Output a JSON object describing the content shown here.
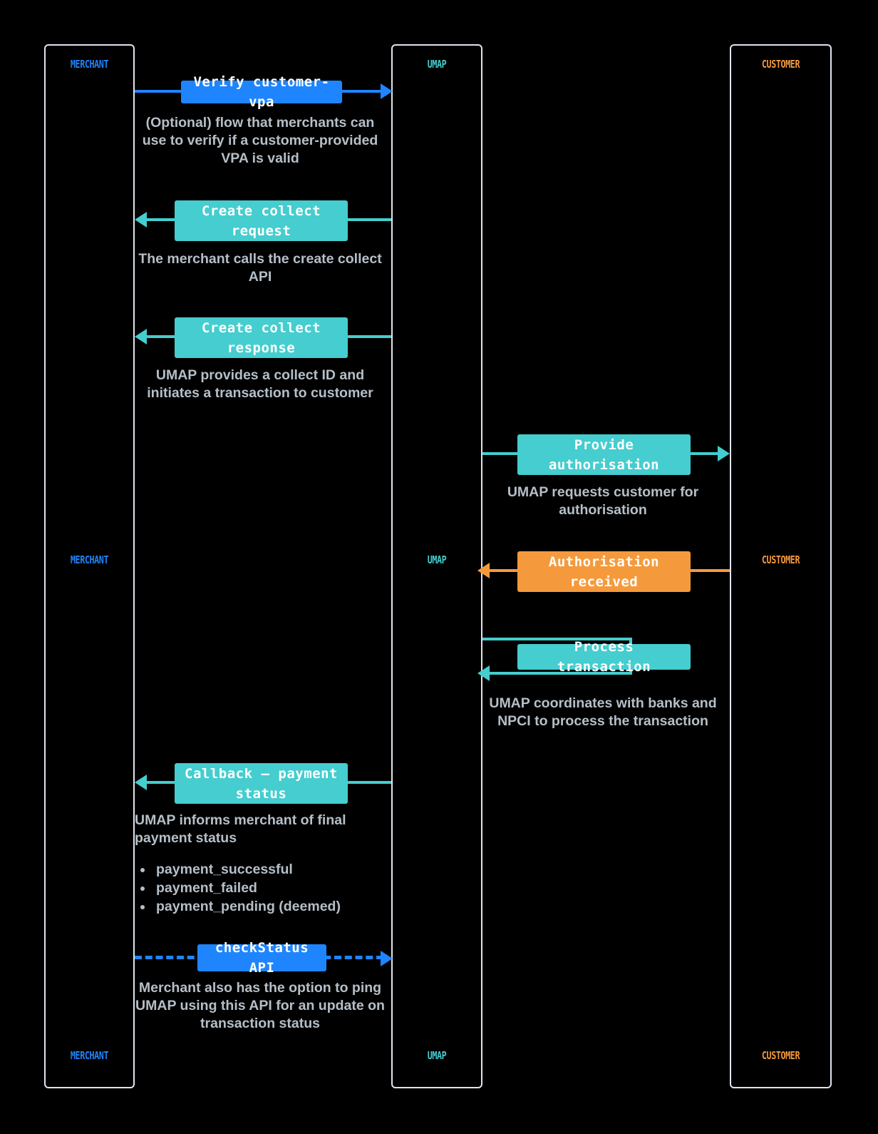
{
  "diagram": {
    "type": "sequence-diagram",
    "title": "UMAP collect payment flow",
    "background": "#000000",
    "colors": {
      "merchant": "#1f85fe",
      "umap": "#45cdcf",
      "customer": "#f59a3c",
      "caption": "#b5bfc8",
      "lane_border": "#dfe5ee"
    }
  },
  "lifelines": [
    {
      "id": "merchant",
      "label": "MERCHANT",
      "color": "#1f85fe"
    },
    {
      "id": "umap",
      "label": "UMAP",
      "color": "#45cdcf"
    },
    {
      "id": "customer",
      "label": "CUSTOMER",
      "color": "#f59a3c"
    }
  ],
  "lane_labels": {
    "merchant_top": "MERCHANT",
    "umap_top": "UMAP",
    "customer_top": "CUSTOMER",
    "merchant_mid": "MERCHANT",
    "umap_mid": "UMAP",
    "customer_mid": "CUSTOMER",
    "merchant_bottom": "MERCHANT",
    "umap_bottom": "UMAP",
    "customer_bottom": "CUSTOMER"
  },
  "messages": [
    {
      "id": "verify-customer-vpa",
      "label": "Verify customer-vpa",
      "from": "merchant",
      "to": "umap",
      "direction": "right",
      "color": "#1f85fe",
      "style": "solid",
      "caption": "(Optional) flow that merchants can use to verify if a customer-provided VPA is valid"
    },
    {
      "id": "create-collect-request",
      "label": "Create collect request",
      "from": "umap",
      "to": "merchant",
      "direction": "left",
      "color": "#45cdcf",
      "style": "solid",
      "caption": "The merchant calls the create collect API"
    },
    {
      "id": "create-collect-response",
      "label": "Create collect response",
      "from": "umap",
      "to": "merchant",
      "direction": "left",
      "color": "#45cdcf",
      "style": "solid",
      "caption": "UMAP provides a collect ID and initiates a transaction to customer"
    },
    {
      "id": "provide-authorisation",
      "label": "Provide authorisation",
      "from": "umap",
      "to": "customer",
      "direction": "right",
      "color": "#45cdcf",
      "style": "solid",
      "caption": "UMAP requests customer for authorisation"
    },
    {
      "id": "authorisation-received",
      "label": "Authorisation received",
      "from": "customer",
      "to": "umap",
      "direction": "left",
      "color": "#f59a3c",
      "style": "solid",
      "caption": ""
    },
    {
      "id": "process-transaction",
      "label": "Process transaction",
      "from": "umap",
      "to": "umap",
      "direction": "self",
      "color": "#45cdcf",
      "style": "solid",
      "caption": "UMAP coordinates with banks and NPCI to process the transaction"
    },
    {
      "id": "callback-payment-status",
      "label": "Callback — payment status",
      "from": "umap",
      "to": "merchant",
      "direction": "left",
      "color": "#45cdcf",
      "style": "solid",
      "caption": "UMAP informs merchant of final payment status",
      "bullets": [
        "payment_successful",
        "payment_failed",
        "payment_pending (deemed)"
      ]
    },
    {
      "id": "checkstatus-api",
      "label": "checkStatus API",
      "from": "merchant",
      "to": "umap",
      "direction": "right",
      "color": "#1f85fe",
      "style": "dashed",
      "caption": "Merchant also has the option to ping UMAP using this API for an update on transaction status"
    }
  ]
}
